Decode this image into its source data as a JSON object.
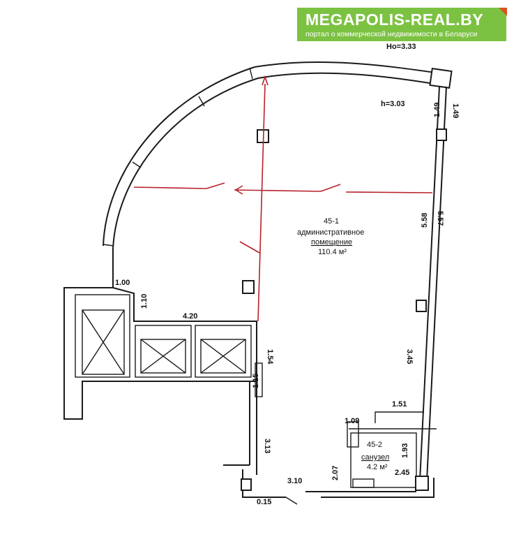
{
  "banner": {
    "logo": "MEGAPOLIS-REAL.BY",
    "tagline": "портал о коммерческой недвижимости в Беларуси",
    "color": "#7cc242",
    "corner_color": "#d9531e"
  },
  "plan": {
    "header_height": "Hо=3.33",
    "room_height": "h=3.03",
    "main_room": {
      "number": "45-1",
      "name_line1": "административное",
      "name_line2": "помещение",
      "area": "110.4 м²"
    },
    "wc_room": {
      "number": "45-2",
      "name": "санузел",
      "area": "4.2 м²"
    },
    "dimensions": {
      "d_1_00": "1.00",
      "d_1_10": "1.10",
      "d_4_20": "4.20",
      "d_1_54": "1.54",
      "d_1_15": "1.15",
      "d_3_13": "3.13",
      "d_3_10": "3.10",
      "d_0_15": "0.15",
      "d_1_49_a": "1.49",
      "d_1_49_b": "1.49",
      "d_5_58": "5.58",
      "d_5_57": "5.57",
      "d_3_45": "3.45",
      "d_1_51": "1.51",
      "d_1_09": "1.09",
      "d_1_93": "1.93",
      "d_2_45": "2.45",
      "d_2_07": "2.07"
    },
    "colors": {
      "walls": "#1a1a1a",
      "markup": "#b8212a"
    }
  }
}
